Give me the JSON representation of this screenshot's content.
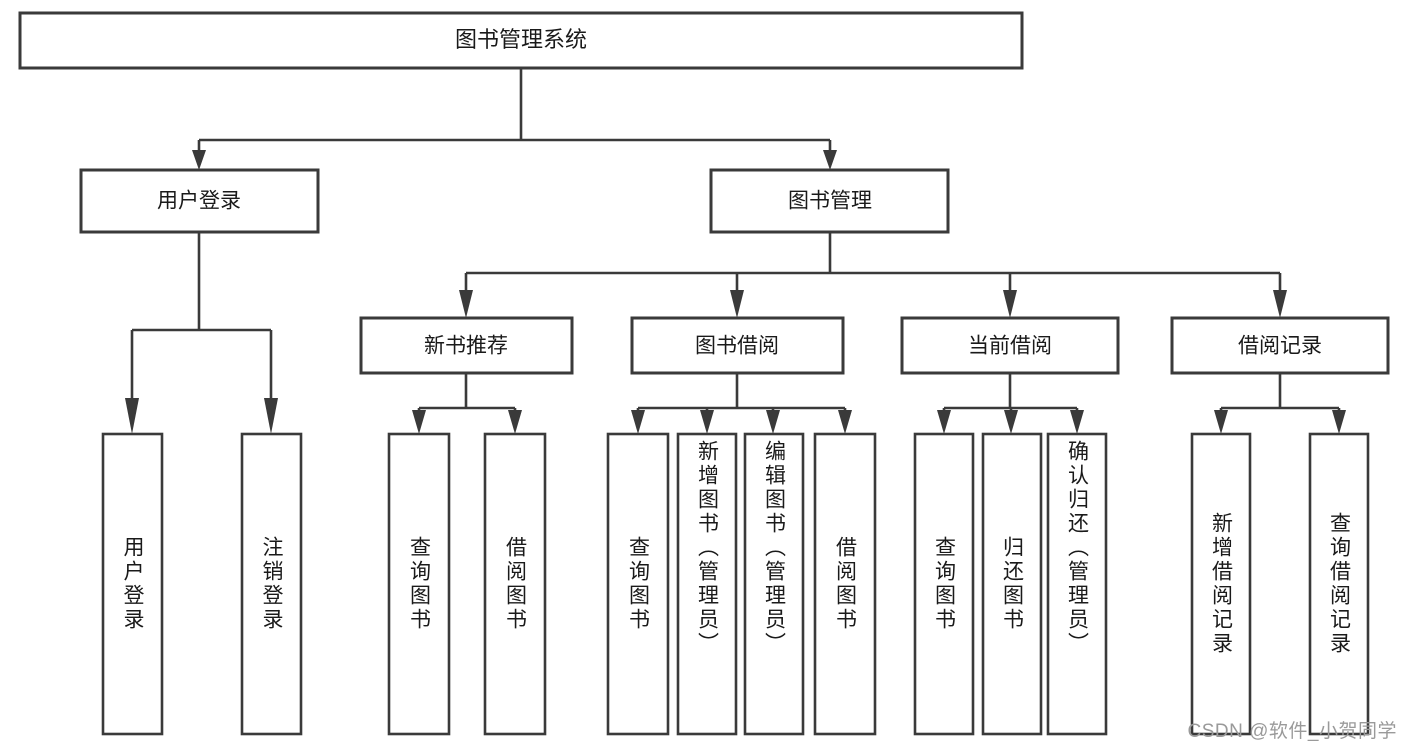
{
  "diagram": {
    "title": "图书管理系统",
    "type": "hierarchy-tree",
    "watermark": "CSDN @软件_小贺同学",
    "colors": {
      "stroke": "#3a3a3a",
      "fill": "#ffffff",
      "text": "#1a1a1a",
      "watermark": "#9a9a9a"
    },
    "levels": {
      "root": {
        "label": "图书管理系统"
      },
      "level2": [
        {
          "label": "用户登录"
        },
        {
          "label": "图书管理"
        }
      ],
      "level3": [
        {
          "label": "新书推荐"
        },
        {
          "label": "图书借阅"
        },
        {
          "label": "当前借阅"
        },
        {
          "label": "借阅记录"
        }
      ],
      "leaves": {
        "user_login": [
          {
            "label": "用户登录"
          },
          {
            "label": "注销登录"
          }
        ],
        "new_book_recommend": [
          {
            "label": "查询图书"
          },
          {
            "label": "借阅图书"
          }
        ],
        "book_borrow": [
          {
            "label": "查询图书"
          },
          {
            "label": "新增图书（管理员）"
          },
          {
            "label": "编辑图书（管理员）"
          },
          {
            "label": "借阅图书"
          }
        ],
        "current_borrow": [
          {
            "label": "查询图书"
          },
          {
            "label": "归还图书"
          },
          {
            "label": "确认归还（管理员）"
          }
        ],
        "borrow_record": [
          {
            "label": "新增借阅记录"
          },
          {
            "label": "查询借阅记录"
          }
        ]
      }
    }
  }
}
